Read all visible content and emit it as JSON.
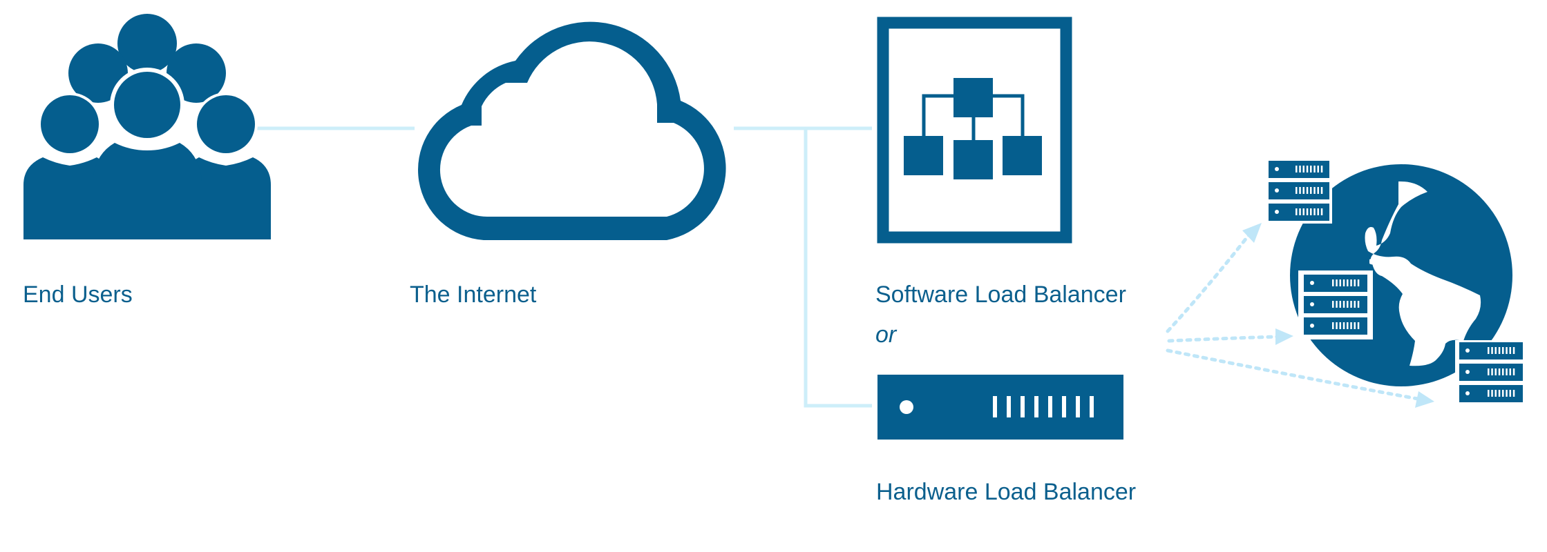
{
  "labels": {
    "end_users": "End Users",
    "internet": "The Internet",
    "software_lb": "Software Load Balancer",
    "or": "or",
    "hardware_lb": "Hardware Load Balancer"
  },
  "colors": {
    "icon": "#055e8e",
    "text": "#0b5f8d",
    "connector": "#cdeef9",
    "arrow": "#bfe6f8",
    "background": "#ffffff"
  },
  "icons": {
    "end_users": "users-group-icon",
    "internet": "cloud-icon",
    "software_lb": "hierarchy-document-icon",
    "hardware_lb": "server-appliance-icon",
    "backend": "globe-with-servers-icon"
  }
}
